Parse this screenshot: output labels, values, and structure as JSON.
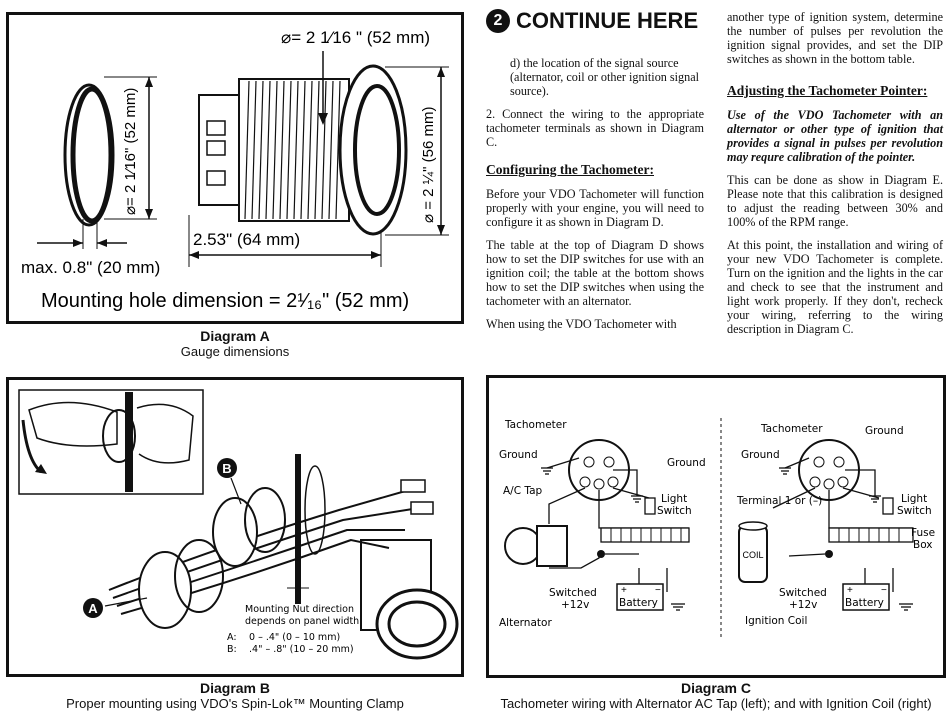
{
  "header": {
    "number": "2",
    "title": "CONTINUE HERE"
  },
  "diagram_a": {
    "dim_diameter_top": "⌀= 2 1⁄16 \" (52 mm)",
    "dim_diameter_left": "⌀= 2 1⁄16\" (52 mm)",
    "dim_diameter_right": "⌀ = 2 ¼\" (56 mm)",
    "dim_length": "2.53\" (64 mm)",
    "dim_max": "max. 0.8\" (20 mm)",
    "mounting_hole": "Mounting hole dimension = 2¹⁄₁₆\" (52 mm)",
    "title": "Diagram A",
    "subtitle": "Gauge dimensions"
  },
  "column1": {
    "p_d": "d) the location of the signal source (alternator, coil or other ignition signal source).",
    "p_2": "2.  Connect the wiring to the appropriate tachometer terminals as shown in Diagram C.",
    "h_config": "Configuring the Tachometer:",
    "p_config1": "Before your VDO Tachometer will function properly with your engine, you will need to configure it as shown in Diagram D.",
    "p_config2": "The table at the top of Diagram D shows how to set the DIP switches for use with an ignition coil; the table at the bottom shows how to set the DIP switches when using the tachometer with an alternator.",
    "p_config3": "When using the VDO Tachometer with"
  },
  "column2": {
    "p_cont": "another type of ignition system, determine the number of pulses per revolution the ignition signal provides, and set the DIP switches as shown in the bottom table.",
    "h_adjust": "Adjusting the Tachometer Pointer:",
    "p_italic": "Use of the VDO Tachometer with an alternator or other type of ignition that provides a signal in pulses per revolution may requre calibration of the pointer.",
    "p_calib": "This can be done as show in Diagram E. Please note that this calibration is designed to adjust the reading between 30% and 100% of the RPM range.",
    "p_final": "At this point, the installation and wiring of your new VDO Tachometer is complete. Turn on the ignition and the lights in the car and check to see that the instrument and light work properly.  If they don't, recheck your wiring, referring to the wiring description in Diagram C."
  },
  "diagram_b": {
    "label_a": "A",
    "label_b": "B",
    "note_line1": "Mounting Nut direction",
    "note_line2": "depends on panel width",
    "row_a_key": "A:",
    "row_a_val": "0  –  .4\"  (0  –  10  mm)",
    "row_b_key": "B:",
    "row_b_val": ".4\"  –  .8\"  (10  –  20  mm)",
    "title": "Diagram B",
    "subtitle": "Proper mounting using VDO's Spin-Lok™ Mounting Clamp"
  },
  "diagram_c": {
    "left": {
      "tachometer": "Tachometer",
      "ground_a": "Ground",
      "ground_b": "Ground",
      "ac_tap": "A/C Tap",
      "light_switch_1": "Light",
      "light_switch_2": "Switch",
      "switched_1": "Switched",
      "switched_2": "+12v",
      "battery": "Battery",
      "alternator": "Alternator"
    },
    "right": {
      "tachometer": "Tachometer",
      "ground_a": "Ground",
      "ground_b": "Ground",
      "terminal": "Terminal 1 or (–)",
      "light_switch_1": "Light",
      "light_switch_2": "Switch",
      "fuse_1": "Fuse",
      "fuse_2": "Box",
      "coil": "COIL",
      "switched_1": "Switched",
      "switched_2": "+12v",
      "battery": "Battery",
      "ignition_coil": "Ignition Coil"
    },
    "title": "Diagram C",
    "subtitle": "Tachometer wiring with Alternator AC Tap (left); and with Ignition Coil (right)"
  }
}
